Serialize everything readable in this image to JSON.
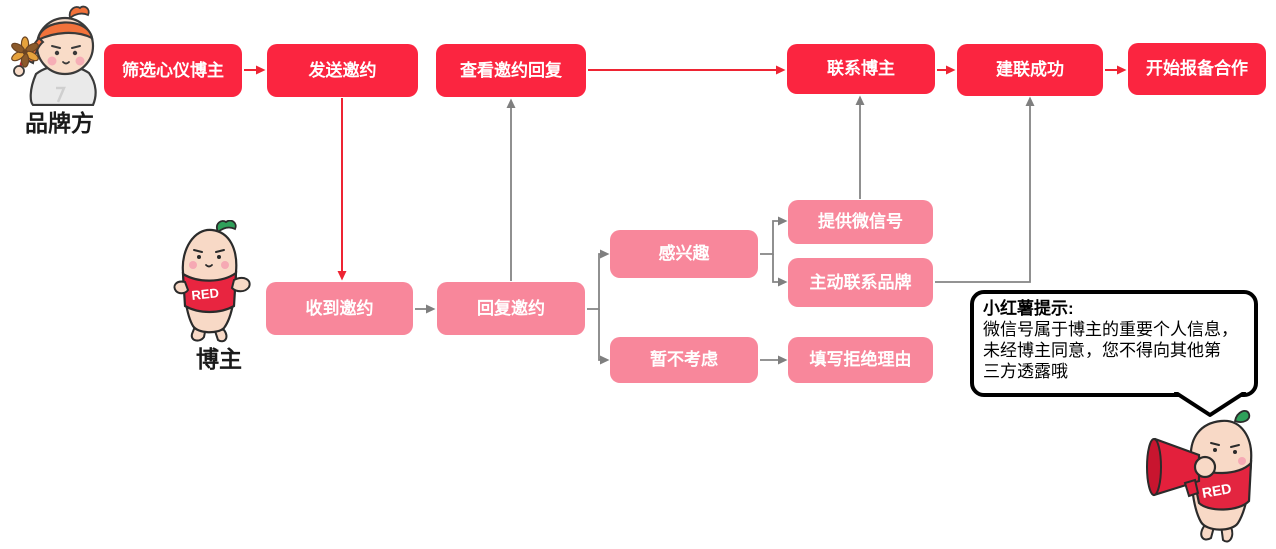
{
  "palette": {
    "box_red": "#FB2540",
    "box_pink": "#F8879B",
    "arrow_red": "#EE2433",
    "arrow_gray": "#848484",
    "text_on_box": "#FFFFFF",
    "bubble_border": "#000000"
  },
  "lanes": {
    "brand": {
      "label": "品牌方"
    },
    "blogger": {
      "label": "博主"
    }
  },
  "flow": {
    "brand_steps": [
      {
        "label": "筛选心仪博主"
      },
      {
        "label": "发送邀约"
      },
      {
        "label": "查看邀约回复"
      },
      {
        "label": "联系博主"
      },
      {
        "label": "建联成功"
      },
      {
        "label": "开始报备合作"
      }
    ],
    "blogger_steps": [
      {
        "label": "收到邀约"
      },
      {
        "label": "回复邀约"
      },
      {
        "label": "感兴趣"
      },
      {
        "label": "暂不考虑"
      },
      {
        "label": "提供微信号"
      },
      {
        "label": "主动联系品牌"
      },
      {
        "label": "填写拒绝理由"
      }
    ],
    "edges": [
      {
        "from": "筛选心仪博主",
        "to": "发送邀约",
        "color": "red"
      },
      {
        "from": "发送邀约",
        "to": "收到邀约",
        "color": "red"
      },
      {
        "from": "查看邀约回复",
        "to": "联系博主",
        "color": "red"
      },
      {
        "from": "联系博主",
        "to": "建联成功",
        "color": "red"
      },
      {
        "from": "建联成功",
        "to": "开始报备合作",
        "color": "red"
      },
      {
        "from": "收到邀约",
        "to": "回复邀约",
        "color": "gray"
      },
      {
        "from": "回复邀约",
        "to": "查看邀约回复",
        "color": "gray"
      },
      {
        "from": "回复邀约",
        "to": "感兴趣",
        "color": "gray"
      },
      {
        "from": "回复邀约",
        "to": "暂不考虑",
        "color": "gray"
      },
      {
        "from": "感兴趣",
        "to": "提供微信号",
        "color": "gray"
      },
      {
        "from": "感兴趣",
        "to": "主动联系品牌",
        "color": "gray"
      },
      {
        "from": "暂不考虑",
        "to": "填写拒绝理由",
        "color": "gray"
      },
      {
        "from": "提供微信号",
        "to": "联系博主",
        "color": "gray"
      },
      {
        "from": "主动联系品牌",
        "to": "建联成功",
        "color": "gray"
      }
    ]
  },
  "tip_bubble": {
    "title": "小红薯提示:",
    "body": "微信号属于博主的重要个人信息，\n未经博主同意，您不得向其他第\n三方透露哦"
  },
  "mascots": {
    "blogger": {
      "shirt_text": "RED"
    },
    "announcer": {
      "shirt_text": "RED"
    }
  }
}
